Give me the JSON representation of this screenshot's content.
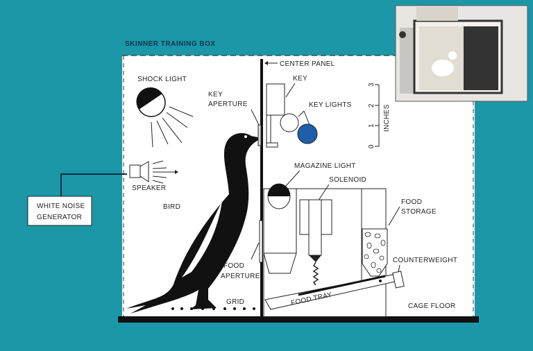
{
  "title": "SKINNER TRAINING BOX",
  "labels": {
    "center_panel": "CENTER PANEL",
    "shock_light": "SHOCK LIGHT",
    "key": "KEY",
    "key_aperture_1": "KEY",
    "key_aperture_2": "APERTURE",
    "key_lights": "KEY LIGHTS",
    "inches": "INCHES",
    "magazine_light": "MAGAZINE LIGHT",
    "solenoid": "SOLENOID",
    "speaker": "SPEAKER",
    "bird": "BIRD",
    "food_storage_1": "FOOD",
    "food_storage_2": "STORAGE",
    "counterweight": "COUNTERWEIGHT",
    "food_aperture_1": "FOOD",
    "food_aperture_2": "APERTURE",
    "grid": "GRID",
    "food_tray": "FOOD TRAY",
    "cage_floor": "CAGE FLOOR",
    "white_noise_1": "WHITE NOISE",
    "white_noise_2": "GENERATOR"
  },
  "scale_ticks": [
    "0",
    "1",
    "2",
    "3"
  ],
  "colors": {
    "background": "#1b97a8",
    "key_light_blue": "#1f5fa8"
  }
}
